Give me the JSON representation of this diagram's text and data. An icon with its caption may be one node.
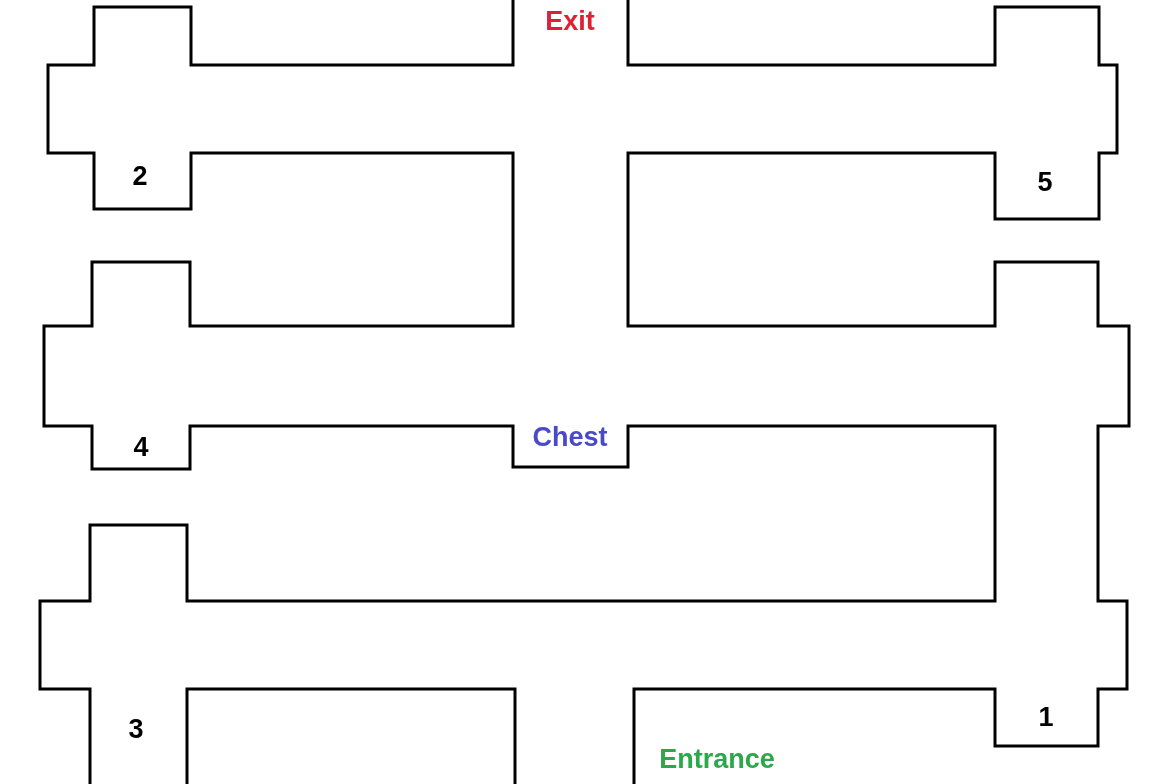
{
  "diagram": {
    "labels": [
      "Exit",
      "2",
      "5",
      "4",
      "Chest",
      "3",
      "1",
      "Entrance"
    ]
  }
}
